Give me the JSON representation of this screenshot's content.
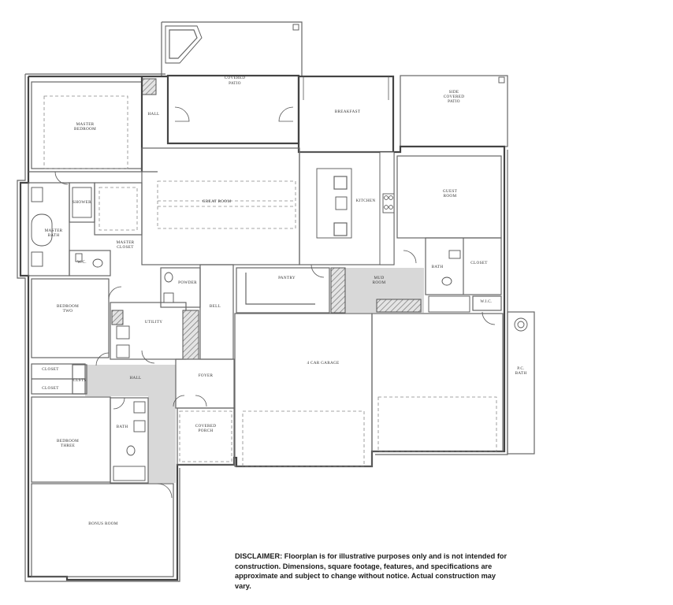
{
  "rooms": {
    "covered_patio": [
      "COVERED",
      "PATIO"
    ],
    "side_covered_patio": [
      "SIDE",
      "COVERED",
      "PATIO"
    ],
    "breakfast": [
      "BREAKFAST"
    ],
    "master_bedroom": [
      "MASTER",
      "BEDROOM"
    ],
    "hall_top": [
      "HALL"
    ],
    "great_room": [
      "GREAT ROOM"
    ],
    "kitchen": [
      "KITCHEN"
    ],
    "guest_room": [
      "GUEST",
      "ROOM"
    ],
    "shower": [
      "SHOWER"
    ],
    "master_bath": [
      "MASTER",
      "BATH"
    ],
    "master_closet": [
      "MASTER",
      "CLOSET"
    ],
    "wc": [
      "W.C."
    ],
    "powder": [
      "POWDER"
    ],
    "pantry": [
      "PANTRY"
    ],
    "mud_room": [
      "MUD",
      "ROOM"
    ],
    "bath_guest": [
      "BATH"
    ],
    "closet_guest": [
      "CLOSET"
    ],
    "wic": [
      "W.I.C."
    ],
    "bedroom_two": [
      "BEDROOM",
      "TWO"
    ],
    "utility": [
      "UTILITY"
    ],
    "bell": [
      "BELL"
    ],
    "garage": [
      "4 CAR GARAGE"
    ],
    "pc_bath": [
      "P.C.",
      "BATH"
    ],
    "closet_1": [
      "CLOSET"
    ],
    "closet_2": [
      "CLOSET"
    ],
    "clsts": [
      "CLSTS"
    ],
    "hall_mid": [
      "HALL"
    ],
    "foyer": [
      "FOYER"
    ],
    "bedroom_three": [
      "BEDROOM",
      "THREE"
    ],
    "bath_three": [
      "BATH"
    ],
    "covered_porch": [
      "COVERED",
      "PORCH"
    ],
    "bonus_room": [
      "BONUS ROOM"
    ]
  },
  "disclaimer": "DISCLAIMER: Floorplan is for illustrative purposes only and is not intended for construction. Dimensions, square footage, features, and specifications are approximate and subject to change without notice. Actual construction may vary."
}
